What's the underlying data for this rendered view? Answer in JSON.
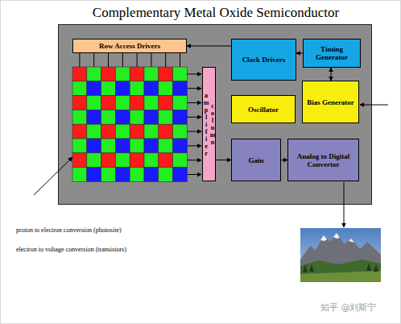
{
  "diagram": {
    "title": "Complementary Metal Oxide Semiconductor",
    "nodes": [
      {
        "text": [
          "Row Access Drivers"
        ]
      },
      {
        "text": [
          "Clock Drivers"
        ]
      },
      {
        "text": [
          "Timing Generator"
        ]
      },
      {
        "text": [
          "Bias Generator"
        ]
      },
      {
        "text": [
          "column amplifier"
        ]
      },
      {
        "text": [
          "Oscillator"
        ]
      },
      {
        "text": [
          "Gain"
        ]
      },
      {
        "text": [
          "Analog to Digital Convertor"
        ]
      }
    ],
    "edges": [
      {
        "from": 1,
        "to": 0,
        "arrow": "to"
      },
      {
        "from": 2,
        "to": 1,
        "arrow": "to"
      },
      {
        "from": 2,
        "to": 3,
        "arrow": "both"
      },
      {
        "from": 4,
        "to": 6,
        "arrow": "to"
      },
      {
        "from": 6,
        "to": 7,
        "arrow": "to"
      }
    ],
    "labels": [
      "proton to electron conversion (photosite)",
      "electron to voltage conversion (transistors)",
      "知乎 @刘斯宁"
    ]
  }
}
